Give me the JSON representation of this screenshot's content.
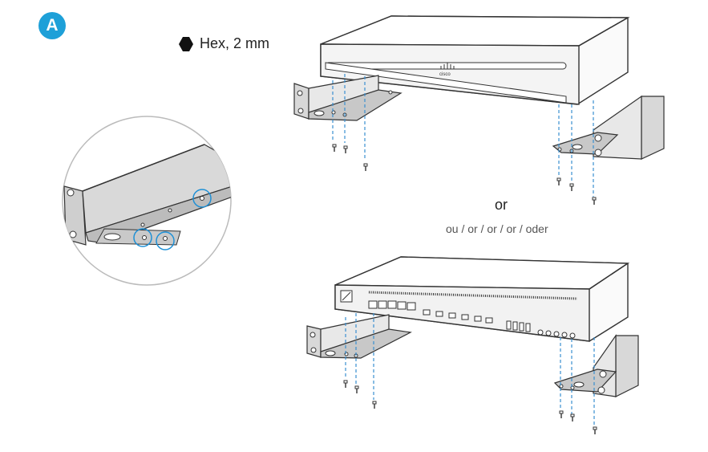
{
  "badge": {
    "label": "A",
    "color": "#1ea0d8"
  },
  "tool": {
    "icon": "hex-key-icon",
    "label": "Hex, 2 mm"
  },
  "separator": {
    "label": "or",
    "translations": "ou / or / or / or / oder"
  },
  "brand": {
    "logo_text": "cisco"
  },
  "colors": {
    "line": "#333333",
    "guide": "#3a8fd0",
    "circle": "#1e90d6",
    "panel": "#f2f2f2",
    "bracket": "#d8d8d8"
  }
}
